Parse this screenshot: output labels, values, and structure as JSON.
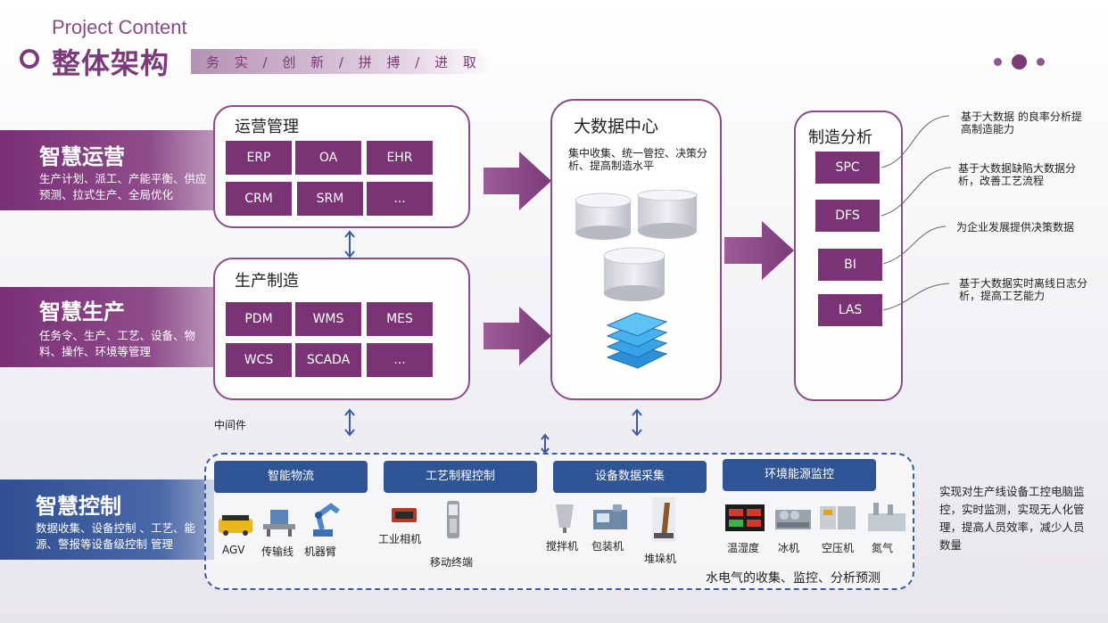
{
  "header": {
    "subtitle": "Project Content",
    "title": "整体架构",
    "slogan": "务 实 / 创 新 / 拼 搏 / 进 取"
  },
  "left_bands": [
    {
      "title": "智慧运营",
      "desc": "生产计划、派工、产能平衡、供应预测、拉式生产、全局优化"
    },
    {
      "title": "智慧生产",
      "desc": "任务令、生产、工艺、设备、物料、操作、环境等管理"
    },
    {
      "title": "智慧控制",
      "desc": "数据收集、设备控制 、工艺、能源、警报等设备级控制 管理"
    }
  ],
  "operations": {
    "title": "运营管理",
    "modules": [
      "ERP",
      "OA",
      "EHR",
      "CRM",
      "SRM",
      "..."
    ]
  },
  "production": {
    "title": "生产制造",
    "modules": [
      "PDM",
      "WMS",
      "MES",
      "WCS",
      "SCADA",
      "..."
    ]
  },
  "middleware_label": "中间件",
  "bigdata": {
    "title": "大数据中心",
    "desc": "集中收集、统一管控、决策分析、提高制造水平"
  },
  "analysis": {
    "title": "制造分析",
    "items": [
      {
        "label": "SPC",
        "note": "基于大数据 的良率分析提高制造能力"
      },
      {
        "label": "DFS",
        "note": "基于大数据缺陷大数据分析，改善工艺流程"
      },
      {
        "label": "BI",
        "note": "为企业发展提供决策数据"
      },
      {
        "label": "LAS",
        "note": "基于大数据实时离线日志分析，提高工艺能力"
      }
    ]
  },
  "control": {
    "categories": [
      "智能物流",
      "工艺制程控制",
      "设备数据采集",
      "环境能源监控"
    ],
    "devices": [
      "AGV",
      "传输线",
      "机器臂",
      "工业相机",
      "移动终端",
      "搅拌机",
      "包装机",
      "堆垛机",
      "温湿度",
      "冰机",
      "空压机",
      "氮气"
    ],
    "footer": "水电气的收集、监控、分析预测",
    "side_note": "实现对生产线设备工控电脑监控，实时监测，实现无人化管理，提高人员效率，减少人员数量"
  },
  "colors": {
    "primary": "#7b3a78",
    "module": "#7a3476",
    "control_blue": "#2f5597"
  }
}
